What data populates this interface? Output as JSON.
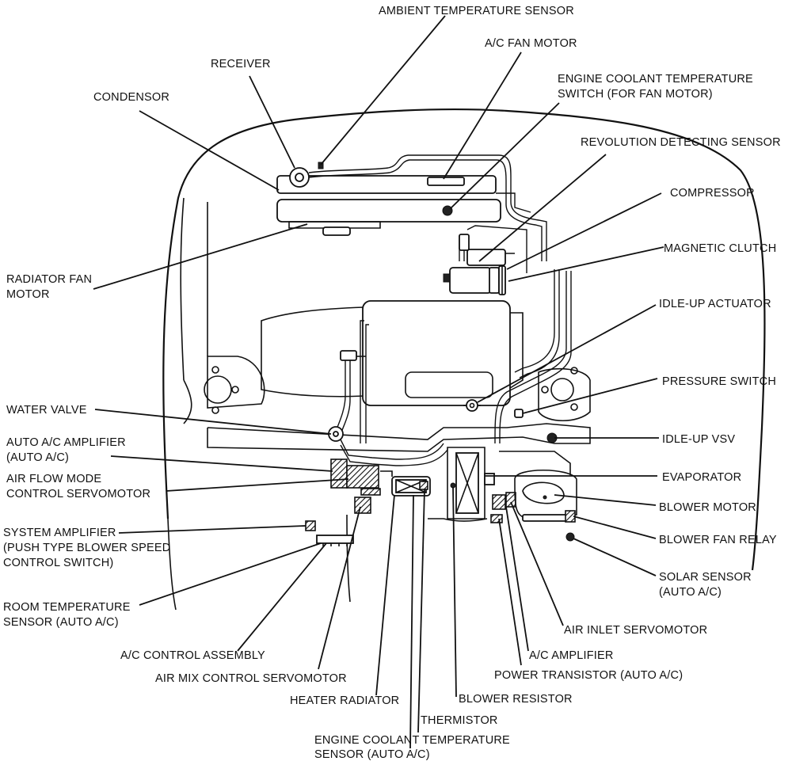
{
  "labels": {
    "ambient_temperature_sensor": "AMBIENT TEMPERATURE SENSOR",
    "ac_fan_motor": "A/C FAN MOTOR",
    "receiver": "RECEIVER",
    "condensor": "CONDENSOR",
    "engine_coolant_temp_switch_1": "ENGINE COOLANT TEMPERATURE",
    "engine_coolant_temp_switch_2": "SWITCH (FOR FAN MOTOR)",
    "revolution_detecting_sensor": "REVOLUTION DETECTING SENSOR",
    "compressor": "COMPRESSOR",
    "radiator_fan_motor_1": "RADIATOR FAN",
    "radiator_fan_motor_2": "MOTOR",
    "magnetic_clutch": "MAGNETIC CLUTCH",
    "idle_up_actuator": "IDLE-UP ACTUATOR",
    "pressure_switch": "PRESSURE SWITCH",
    "water_valve": "WATER VALVE",
    "idle_up_vsv": "IDLE-UP VSV",
    "auto_ac_amplifier_1": "AUTO A/C AMPLIFIER",
    "auto_ac_amplifier_2": "(AUTO A/C)",
    "air_flow_mode_servo_1": "AIR FLOW MODE",
    "air_flow_mode_servo_2": "CONTROL SERVOMOTOR",
    "evaporator": "EVAPORATOR",
    "blower_motor": "BLOWER MOTOR",
    "system_amplifier_1": "SYSTEM AMPLIFIER",
    "system_amplifier_2": "(PUSH TYPE BLOWER SPEED",
    "system_amplifier_3": "CONTROL SWITCH)",
    "blower_fan_relay": "BLOWER FAN RELAY",
    "solar_sensor_1": "SOLAR SENSOR",
    "solar_sensor_2": "(AUTO A/C)",
    "room_temp_sensor_1": "ROOM TEMPERATURE",
    "room_temp_sensor_2": "SENSOR (AUTO A/C)",
    "air_inlet_servomotor": "AIR INLET SERVOMOTOR",
    "ac_control_assembly": "A/C CONTROL ASSEMBLY",
    "ac_amplifier": "A/C AMPLIFIER",
    "air_mix_servomotor": "AIR MIX CONTROL SERVOMOTOR",
    "power_transistor": "POWER TRANSISTOR (AUTO A/C)",
    "heater_radiator": "HEATER RADIATOR",
    "blower_resistor": "BLOWER RESISTOR",
    "thermistor": "THERMISTOR",
    "engine_coolant_temp_sensor_1": "ENGINE COOLANT TEMPERATURE",
    "engine_coolant_temp_sensor_2": "SENSOR (AUTO A/C)"
  }
}
